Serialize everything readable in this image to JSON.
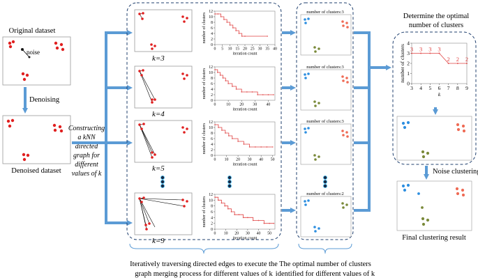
{
  "labels": {
    "original_dataset": "Original dataset",
    "noise": "noise",
    "denoising": "Denoising",
    "denoised_dataset": "Denoised dataset",
    "constructing_1": "Constructing",
    "constructing_2": "a kNN",
    "constructing_3": "directed",
    "constructing_4": "graph for",
    "constructing_5": "different",
    "constructing_6": "values of k",
    "iterate_caption_1": "Iteratively traversing directed edges to execute the",
    "iterate_caption_2": "graph merging process for different values of k",
    "optimal_caption_1": "The optimal number of clusters",
    "optimal_caption_2": "identified for different values of k",
    "determine_1": "Determine the optimal",
    "determine_2": "number of clusters",
    "noise_clustering": "Noise clustering",
    "final_result": "Final clustering result"
  },
  "k_labels": [
    "k=3",
    "k=4",
    "k=5",
    "k=9"
  ],
  "cluster_count_labels": [
    "number of clusters:3",
    "number of clusters:3",
    "number of clusters:3",
    "number of clusters:2"
  ],
  "iteration_axis": {
    "xlabel": "iteration count",
    "ylabel": "number of clusters"
  },
  "chart_data": [
    {
      "type": "line",
      "title": "",
      "xlabel": "iteration count",
      "ylabel": "number of clusters",
      "xlim": [
        0,
        40
      ],
      "ylim": [
        0,
        12
      ],
      "xticks": [
        "0",
        "5",
        "10",
        "15",
        "20",
        "25",
        "30",
        "35",
        "40"
      ],
      "yticks": [
        "0",
        "2",
        "4",
        "6",
        "8",
        "10",
        "12"
      ],
      "x": [
        0,
        2,
        4,
        6,
        8,
        10,
        12,
        14,
        16,
        18,
        20,
        35
      ],
      "y": [
        11,
        11,
        10,
        9,
        8,
        7,
        6,
        5,
        4,
        3,
        3,
        3
      ]
    },
    {
      "type": "line",
      "title": "",
      "xlabel": "iteration count",
      "ylabel": "number of clusters",
      "xlim": [
        0,
        45
      ],
      "ylim": [
        0,
        12
      ],
      "xticks": [
        "0",
        "10",
        "20",
        "30",
        "40"
      ],
      "yticks": [
        "0",
        "2",
        "4",
        "6",
        "8",
        "10",
        "12"
      ],
      "x": [
        0,
        2,
        4,
        6,
        8,
        10,
        13,
        16,
        20,
        24,
        28,
        32,
        36,
        40,
        44
      ],
      "y": [
        11,
        10,
        9,
        8,
        7,
        6,
        5,
        4,
        3,
        3,
        3,
        2,
        2,
        2,
        2
      ]
    },
    {
      "type": "line",
      "title": "",
      "xlabel": "iteration count",
      "ylabel": "number of clusters",
      "xlim": [
        0,
        52
      ],
      "ylim": [
        0,
        12
      ],
      "xticks": [
        "0",
        "10",
        "20",
        "30",
        "40",
        "50"
      ],
      "yticks": [
        "0",
        "2",
        "4",
        "6",
        "8",
        "10",
        "12"
      ],
      "x": [
        0,
        3,
        6,
        9,
        12,
        15,
        20,
        25,
        30,
        35,
        40,
        45,
        50
      ],
      "y": [
        11,
        10,
        9,
        8,
        7,
        6,
        5,
        4,
        3,
        3,
        3,
        3,
        3
      ]
    },
    {
      "type": "line",
      "title": "",
      "xlabel": "iteration count",
      "ylabel": "number of clusters",
      "xlim": [
        0,
        55
      ],
      "ylim": [
        0,
        12
      ],
      "xticks": [
        "0",
        "10",
        "20",
        "30",
        "40",
        "50"
      ],
      "yticks": [
        "0",
        "2",
        "4",
        "6",
        "8",
        "10",
        "12"
      ],
      "x": [
        0,
        3,
        6,
        9,
        12,
        15,
        18,
        22,
        26,
        30,
        35,
        40,
        45,
        50,
        54
      ],
      "y": [
        11,
        10,
        9,
        8,
        7,
        6,
        5,
        5,
        4,
        4,
        3,
        3,
        2,
        2,
        2
      ]
    },
    {
      "type": "line",
      "title": "",
      "xlabel": "k",
      "ylabel": "number of clusters",
      "xlim": [
        3,
        9
      ],
      "ylim": [
        0,
        4
      ],
      "xticks": [
        "3",
        "4",
        "5",
        "6",
        "7",
        "8",
        "9"
      ],
      "yticks": [
        "0",
        "1",
        "2",
        "3",
        "4"
      ],
      "x": [
        3,
        4,
        5,
        6,
        7,
        8,
        9
      ],
      "y": [
        3,
        3,
        3,
        3,
        2,
        2,
        2
      ],
      "data_labels": [
        "3",
        "3",
        "3",
        "3",
        "2",
        "2",
        "2"
      ]
    }
  ],
  "colors": {
    "arrow": "#5b9bd5",
    "red_dot": "#e02020",
    "blue_dot": "#2e8fe0",
    "olive_dot": "#7a8a3a",
    "salmon_dot": "#ef6b55",
    "dark_dot": "#1a2a44",
    "line": "#e04040"
  }
}
